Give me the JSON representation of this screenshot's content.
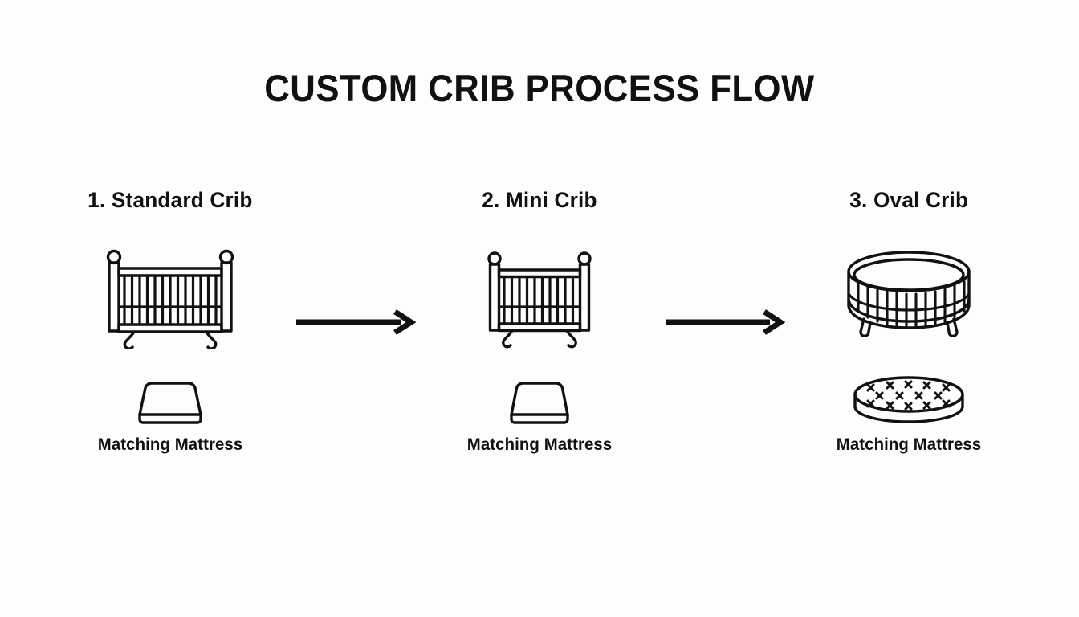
{
  "title": "CUSTOM CRIB PROCESS FLOW",
  "background_color": "#fcfdfd",
  "ink_color": "#111111",
  "steps": [
    {
      "label": "1. Standard Crib",
      "crib_icon": "standard-crib-icon",
      "mattress_icon": "rectangular-mattress-icon",
      "mattress_label": "Matching Mattress"
    },
    {
      "label": "2. Mini Crib",
      "crib_icon": "mini-crib-icon",
      "mattress_icon": "rectangular-mattress-icon",
      "mattress_label": "Matching Mattress"
    },
    {
      "label": "3. Oval Crib",
      "crib_icon": "oval-crib-icon",
      "mattress_icon": "oval-mattress-icon",
      "mattress_label": "Matching Mattress"
    }
  ],
  "connectors": [
    {
      "icon": "right-arrow-icon"
    },
    {
      "icon": "right-arrow-icon"
    }
  ]
}
